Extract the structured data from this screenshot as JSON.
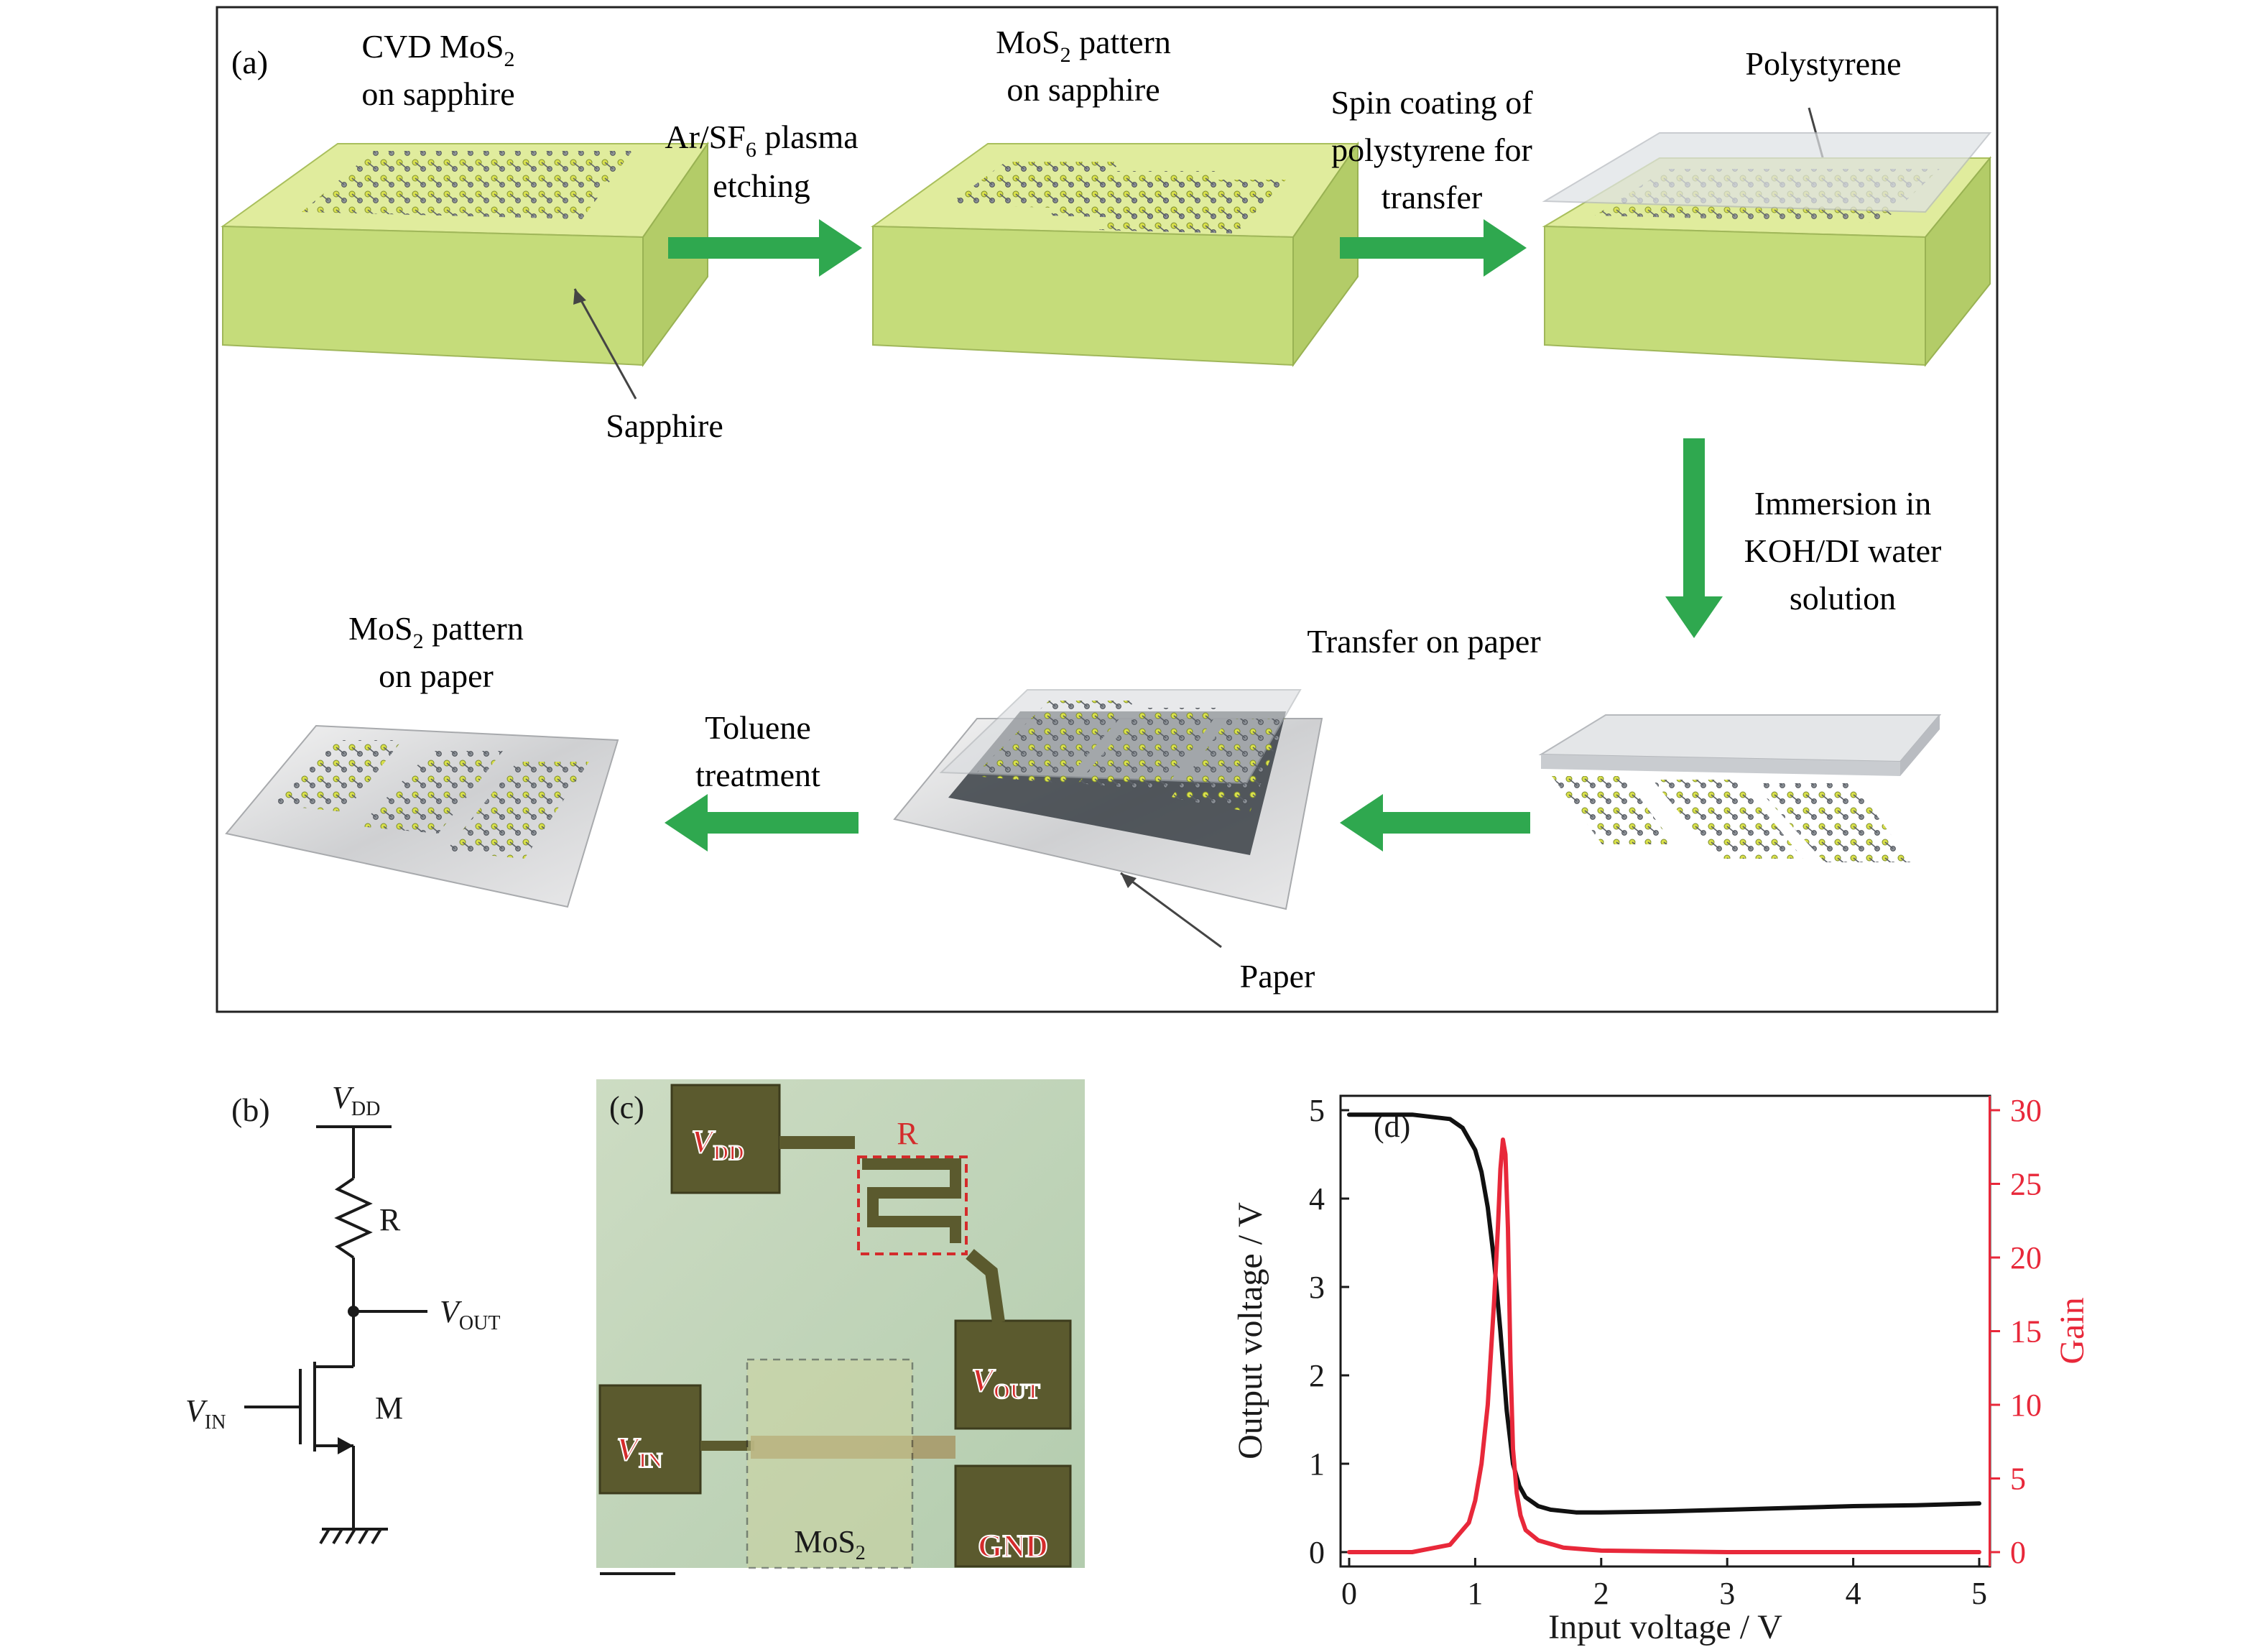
{
  "colors": {
    "arrow_green": "#2fa84f",
    "sapphire_green": "#cfe08a",
    "frame": "#222222",
    "output_curve": "#111111",
    "gain_curve": "#e8283a",
    "label_red": "#d42b2b",
    "pad_olive": "#5b5a2e",
    "substrate_bg": "#bcd6b8"
  },
  "panel_a": {
    "label": "(a)",
    "step1": [
      "CVD MoS",
      "2",
      " on sapphire"
    ],
    "step1_line1": "CVD MoS",
    "step1_sub": "2",
    "step1_line2": "on sapphire",
    "sapphire_label": "Sapphire",
    "arrow1_line1a": "Ar/SF",
    "arrow1_sub": "6",
    "arrow1_line1b": " plasma",
    "arrow1_line2": "etching",
    "step2_line1": "MoS",
    "step2_sub": "2",
    "step2_line1b": " pattern",
    "step2_line2": "on sapphire",
    "arrow2_line1": "Spin coating of",
    "arrow2_line2": "polystyrene for",
    "arrow2_line3": "transfer",
    "polystyrene_label": "Polystyrene",
    "arrow3_line1": "Immersion in",
    "arrow3_line2": "KOH/DI water",
    "arrow3_line3": "solution",
    "transfer_label": "Transfer on paper",
    "paper_label": "Paper",
    "arrow5_line1": "Toluene",
    "arrow5_line2": "treatment",
    "step6_line1": "MoS",
    "step6_sub": "2",
    "step6_line1b": " pattern",
    "step6_line2": "on paper"
  },
  "panel_b": {
    "label": "(b)",
    "vdd": "V",
    "vdd_sub": "DD",
    "resistor": "R",
    "vout": "V",
    "vout_sub": "OUT",
    "vin": "V",
    "vin_sub": "IN",
    "transistor": "M"
  },
  "panel_c": {
    "label": "(c)",
    "vdd": "V",
    "vdd_sub": "DD",
    "resistor": "R",
    "vout": "V",
    "vout_sub": "OUT",
    "vin": "V",
    "vin_sub": "IN",
    "gnd": "GND",
    "mos2": "MoS",
    "mos2_sub": "2"
  },
  "chart_data": {
    "type": "line",
    "label": "(d)",
    "xlabel": "Input voltage / V",
    "ylabel_left": "Output voltage / V",
    "ylabel_right": "Gain",
    "xlim": [
      0,
      5
    ],
    "ylim_left": [
      0,
      5
    ],
    "ylim_right": [
      0,
      30
    ],
    "x_ticks": [
      "0",
      "1",
      "2",
      "3",
      "4",
      "5"
    ],
    "y_left_ticks": [
      "0",
      "1",
      "2",
      "3",
      "4",
      "5"
    ],
    "y_right_ticks": [
      "0",
      "5",
      "10",
      "15",
      "20",
      "25",
      "30"
    ],
    "series": [
      {
        "axis": "left",
        "color": "#111111",
        "x": [
          0,
          0.5,
          0.8,
          0.9,
          1.0,
          1.05,
          1.1,
          1.15,
          1.2,
          1.25,
          1.3,
          1.35,
          1.4,
          1.5,
          1.6,
          1.8,
          2.0,
          2.5,
          3.0,
          3.5,
          4.0,
          4.5,
          5.0
        ],
        "y": [
          4.95,
          4.95,
          4.9,
          4.8,
          4.55,
          4.3,
          3.9,
          3.3,
          2.5,
          1.6,
          1.0,
          0.75,
          0.62,
          0.52,
          0.48,
          0.45,
          0.45,
          0.46,
          0.48,
          0.5,
          0.52,
          0.53,
          0.55
        ]
      },
      {
        "axis": "right",
        "color": "#e8283a",
        "x": [
          0,
          0.5,
          0.8,
          0.95,
          1.0,
          1.05,
          1.1,
          1.15,
          1.18,
          1.2,
          1.22,
          1.24,
          1.26,
          1.28,
          1.3,
          1.33,
          1.36,
          1.4,
          1.5,
          1.7,
          2.0,
          3.0,
          4.0,
          5.0
        ],
        "y": [
          0,
          0,
          0.5,
          2,
          3.5,
          6,
          10,
          17,
          22,
          26,
          28,
          27,
          22,
          13,
          7,
          4,
          2.5,
          1.5,
          0.8,
          0.3,
          0.1,
          0,
          0,
          0
        ]
      }
    ]
  }
}
